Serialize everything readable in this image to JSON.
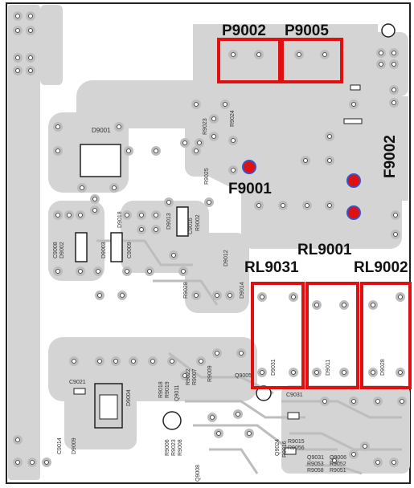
{
  "colors": {
    "board": "#ffffff",
    "copper": "#d4d4d4",
    "pad_ring": "#b8b8b8",
    "outline": "#222222",
    "highlight": "#e01010",
    "marker_fill": "#e01010",
    "marker_ring": "#3355cc"
  },
  "highlight_labels": {
    "p9002": "P9002",
    "p9005": "P9005",
    "f9001": "F9001",
    "f9002": "F9002",
    "rl9001": "RL9001",
    "rl9031": "RL9031",
    "rl9002": "RL9002"
  },
  "silkscreen": {
    "d9001": "D9001",
    "r9023": "R9023",
    "r9024": "R9024",
    "r9025": "R9025",
    "d9018": "D9018",
    "d9013": "D9013",
    "c9016": "C9016",
    "r9002": "R9002",
    "c9008": "C9008",
    "d9002": "D9002",
    "d9003": "D9003",
    "c9009": "C9009",
    "d9012": "D9012",
    "r9028": "R9028",
    "d9014": "D9014",
    "d9031": "D9031",
    "d9011": "D9011",
    "d9028": "D9028",
    "c9021": "C9021",
    "d9004": "D9004",
    "r9018": "R9018",
    "r9019": "R9019",
    "r9022": "R9022",
    "r9007": "R9007",
    "r9009": "R9009",
    "q9011": "Q9011",
    "q9005": "Q9005",
    "c9031": "C9031",
    "c9014": "C9014",
    "d9009": "D9009",
    "r9006": "R9006",
    "r9023b": "R9023",
    "r9008": "R9008",
    "q9008": "Q9008",
    "q9024": "Q9024",
    "r9016": "R9016",
    "r9015": "R9015",
    "r9056": "R9056",
    "q9031": "Q9031",
    "r9053": "R9053",
    "r9058": "R9058",
    "q9006": "Q9006",
    "r9052": "R9052",
    "r9051": "R9051"
  }
}
